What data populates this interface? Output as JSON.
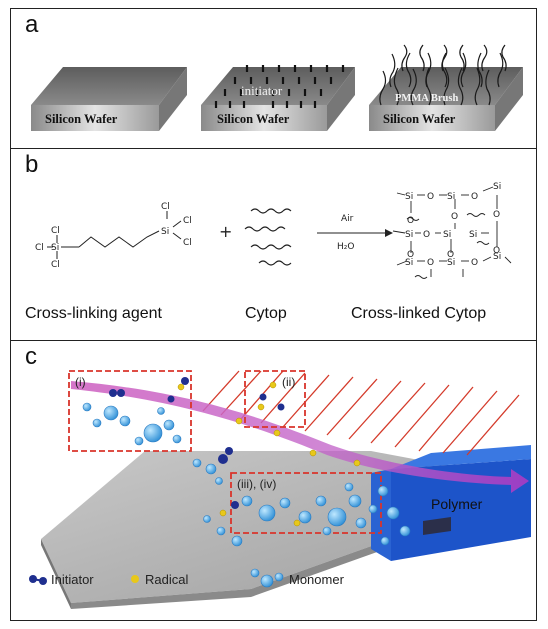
{
  "panel_a": {
    "label": "a",
    "wafer_1": "Silicon Wafer",
    "wafer_2": "Silicon Wafer",
    "wafer_3": "Silicon Wafer",
    "initiator_label": "initiator",
    "brush_label": "PMMA Brush"
  },
  "panel_b": {
    "label": "b",
    "plus": "+",
    "arrow_top": "Air",
    "arrow_bottom": "H₂O",
    "caption_1": "Cross-linking agent",
    "caption_2": "Cytop",
    "caption_3": "Cross-linked Cytop",
    "atoms": {
      "cl": "Cl",
      "si": "Si",
      "o": "O"
    }
  },
  "panel_c": {
    "label": "c",
    "box_1": "(i)",
    "box_2": "(ii)",
    "box_3": "(iii), (iv)",
    "polymer_label": "Polymer",
    "legend": [
      {
        "label": "Initiator",
        "color": "#1f2f8f"
      },
      {
        "label": "Radical",
        "color": "#e8c81a"
      },
      {
        "label": "Monomer",
        "color": "#3fa4e0"
      }
    ]
  },
  "colors": {
    "wafer_top": "#6f6f6f",
    "wafer_front": "#c9c9c9",
    "laser": "#d43a2a",
    "dashed_box": "#d9342b",
    "polymer": "#1d54c9"
  }
}
